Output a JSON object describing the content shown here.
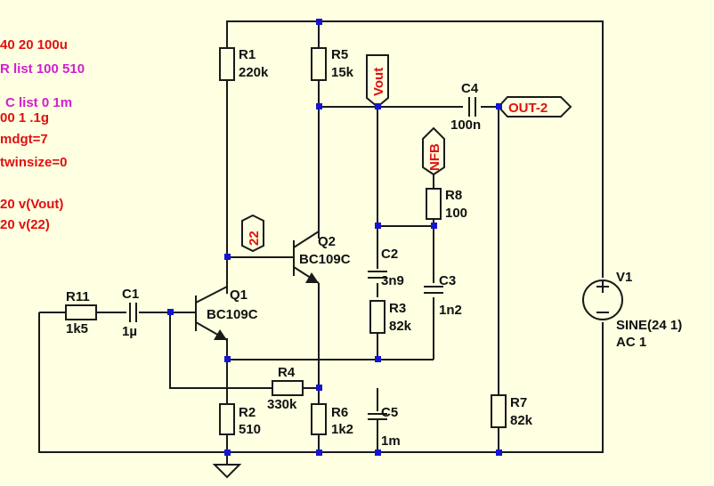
{
  "directives": [
    {
      "text": "40 20 100u",
      "color": "#e01010"
    },
    {
      "text": "R list 100 510",
      "color": "#d020d0"
    },
    {
      "text": "C list 0 1m",
      "color": "#d020d0"
    },
    {
      "text": "00 1 .1g",
      "color": "#e01010"
    },
    {
      "text": "mdgt=7",
      "color": "#e01010"
    },
    {
      "text": "twinsize=0",
      "color": "#e01010"
    },
    {
      "text": "20 v(Vout)",
      "color": "#e01010"
    },
    {
      "text": "20 v(22)",
      "color": "#e01010"
    }
  ],
  "components": {
    "R1": {
      "name": "R1",
      "value": "220k"
    },
    "R5": {
      "name": "R5",
      "value": "15k"
    },
    "R8": {
      "name": "R8",
      "value": "100"
    },
    "R11": {
      "name": "R11",
      "value": "1k5"
    },
    "R4": {
      "name": "R4",
      "value": "330k"
    },
    "R2": {
      "name": "R2",
      "value": "510"
    },
    "R6": {
      "name": "R6",
      "value": "1k2"
    },
    "R3": {
      "name": "R3",
      "value": "82k"
    },
    "R7": {
      "name": "R7",
      "value": "82k"
    },
    "C1": {
      "name": "C1",
      "value": "1µ"
    },
    "C2": {
      "name": "C2",
      "value": "3n9"
    },
    "C3": {
      "name": "C3",
      "value": "1n2"
    },
    "C4": {
      "name": "C4",
      "value": "100n"
    },
    "C5": {
      "name": "C5",
      "value": "1m"
    },
    "Q1": {
      "name": "Q1",
      "value": "BC109C"
    },
    "Q2": {
      "name": "Q2",
      "value": "BC109C"
    },
    "V1": {
      "name": "V1",
      "value": "SINE(24 1)",
      "value2": "AC 1"
    }
  },
  "net_labels": {
    "vout": "Vout",
    "n22": "22",
    "nfb": "NFB",
    "out2": "OUT-2"
  },
  "colors": {
    "background": "#ffffe1",
    "wire": "#1a1a1a",
    "node": "#1515d0",
    "directive_red": "#e01010",
    "directive_magenta": "#d020d0"
  }
}
